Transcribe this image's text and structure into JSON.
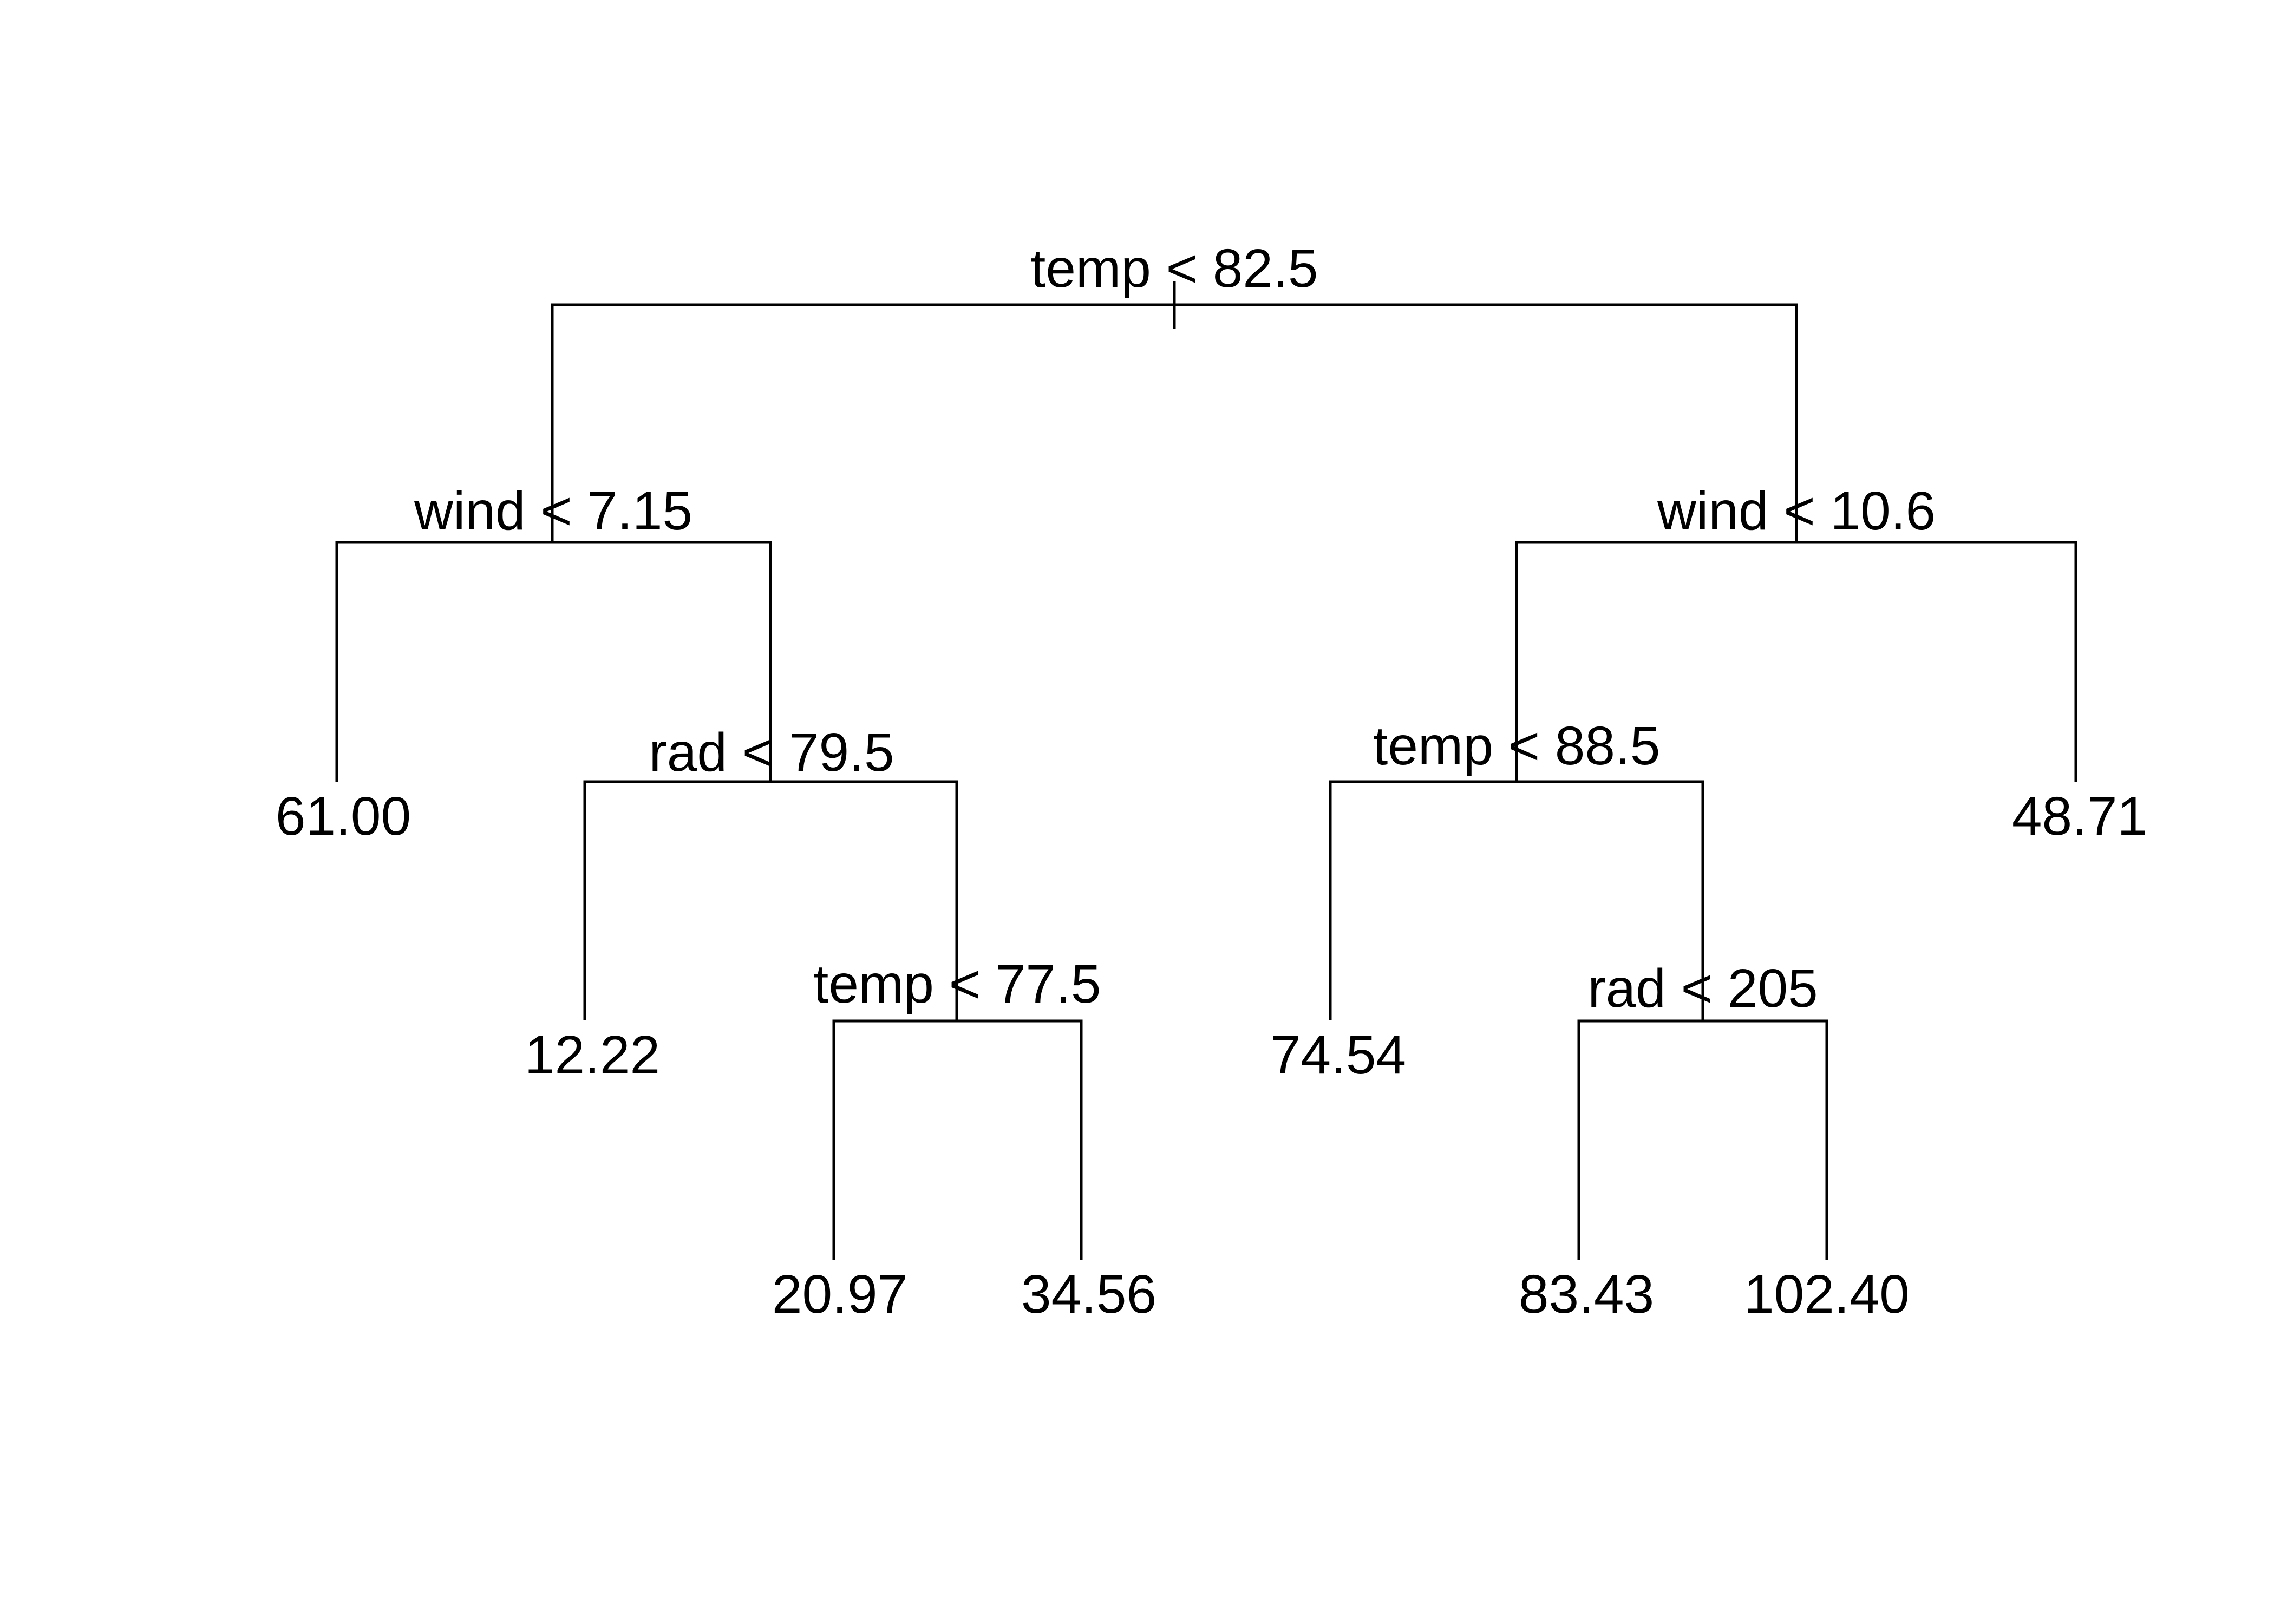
{
  "tree": {
    "split": "temp < 82.5",
    "left": {
      "split": "wind < 7.15",
      "left": {
        "leaf": "61.00"
      },
      "right": {
        "split": "rad < 79.5",
        "left": {
          "leaf": "12.22"
        },
        "right": {
          "split": "temp < 77.5",
          "left": {
            "leaf": "20.97"
          },
          "right": {
            "leaf": "34.56"
          }
        }
      }
    },
    "right": {
      "split": "wind < 10.6",
      "left": {
        "split": "temp < 88.5",
        "left": {
          "leaf": "74.54"
        },
        "right": {
          "split": "rad < 205",
          "left": {
            "leaf": "83.43"
          },
          "right": {
            "leaf": "102.40"
          }
        }
      },
      "right": {
        "leaf": "48.71"
      }
    }
  }
}
